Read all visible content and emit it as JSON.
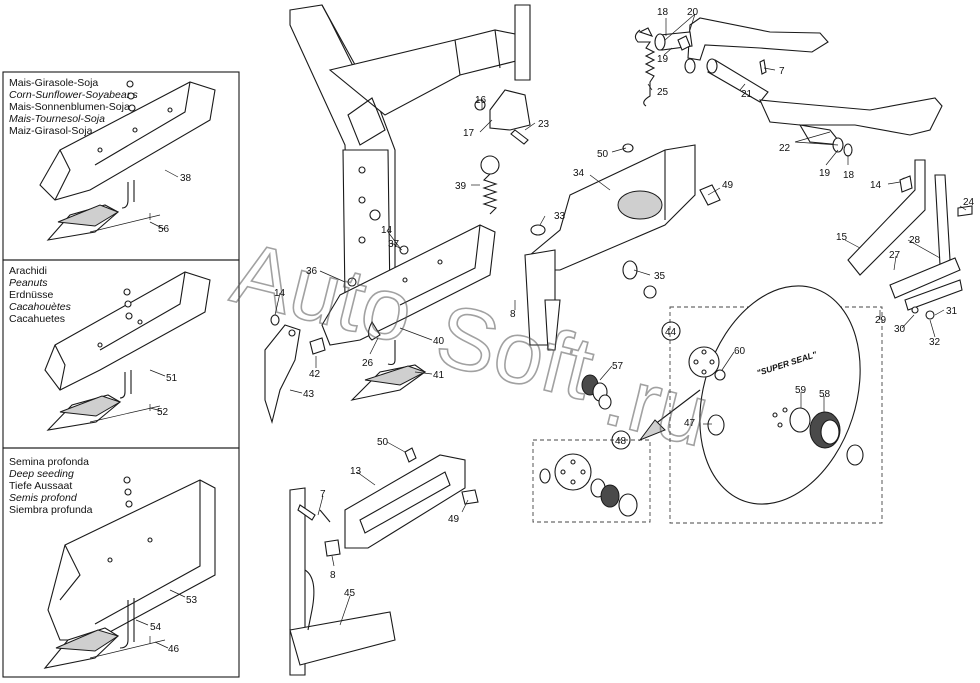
{
  "variants": [
    {
      "lines": [
        "Mais-Girasole-Soja",
        "Corn-Sunflower-Soyabeans",
        "Mais-Sonnenblumen-Soja",
        "Mais-Tournesol-Soja",
        "Maiz-Girasol-Soja"
      ],
      "italic": [
        false,
        true,
        false,
        true,
        false
      ],
      "parts": [
        "38",
        "56"
      ]
    },
    {
      "lines": [
        "Arachidi",
        "Peanuts",
        "Erdnüsse",
        "Cacahouètes",
        "Cacahuetes"
      ],
      "italic": [
        false,
        true,
        false,
        true,
        false
      ],
      "parts": [
        "51",
        "52"
      ]
    },
    {
      "lines": [
        "Semina profonda",
        "Deep seeding",
        "Tiefe Aussaat",
        "Semis profond",
        "Siembra profunda"
      ],
      "italic": [
        false,
        true,
        false,
        true,
        false
      ],
      "parts": [
        "53",
        "54",
        "46"
      ]
    }
  ],
  "disc_label": "\"SUPER SEAL\"",
  "watermark": [
    "Auto",
    "Soft",
    ".ru"
  ],
  "callouts": {
    "c18a": "18",
    "c20": "20",
    "c19a": "19",
    "c7a": "7",
    "c25": "25",
    "c21": "21",
    "c22": "22",
    "c19b": "19",
    "c18b": "18",
    "c16": "16",
    "c17": "17",
    "c23": "23",
    "c50a": "50",
    "c34": "34",
    "c49a": "49",
    "c39": "39",
    "c33": "33",
    "c14a": "14",
    "c24": "24",
    "c15": "15",
    "c28": "28",
    "c27": "27",
    "c29": "29",
    "c31": "31",
    "c30": "30",
    "c32": "32",
    "c14b": "14",
    "c37": "37",
    "c36": "36",
    "c35": "35",
    "c14c": "14",
    "c8a": "8",
    "c44": "44",
    "c40": "40",
    "c26": "26",
    "c41": "41",
    "c42": "42",
    "c43": "43",
    "c57": "57",
    "c60": "60",
    "c59": "59",
    "c58": "58",
    "c47": "47",
    "c48": "48",
    "c50b": "50",
    "c13": "13",
    "c7b": "7",
    "c49b": "49",
    "c8b": "8",
    "c45": "45",
    "c38": "38",
    "c56": "56",
    "c51": "51",
    "c52": "52",
    "c53": "53",
    "c54": "54",
    "c46": "46"
  }
}
